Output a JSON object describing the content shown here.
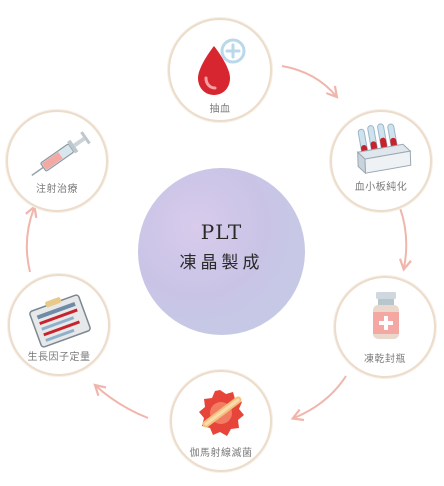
{
  "center": {
    "title": "PLT",
    "subtitle": "凍晶製成"
  },
  "steps": [
    {
      "label": "抽血",
      "icon": "blood-drop-plus-icon"
    },
    {
      "label": "血小板純化",
      "icon": "test-tube-rack-icon"
    },
    {
      "label": "凍乾封瓶",
      "icon": "medicine-bottle-icon"
    },
    {
      "label": "伽馬射線滅菌",
      "icon": "gamma-sterilization-icon"
    },
    {
      "label": "生長因子定量",
      "icon": "clipboard-chart-icon"
    },
    {
      "label": "注射治療",
      "icon": "syringe-icon"
    }
  ],
  "colors": {
    "arrow": "#f0b6ac",
    "node_border": "#ecdccb",
    "blood": "#d7262f",
    "center_gradient": [
      "#d8cbeb",
      "#c3cde6"
    ]
  }
}
